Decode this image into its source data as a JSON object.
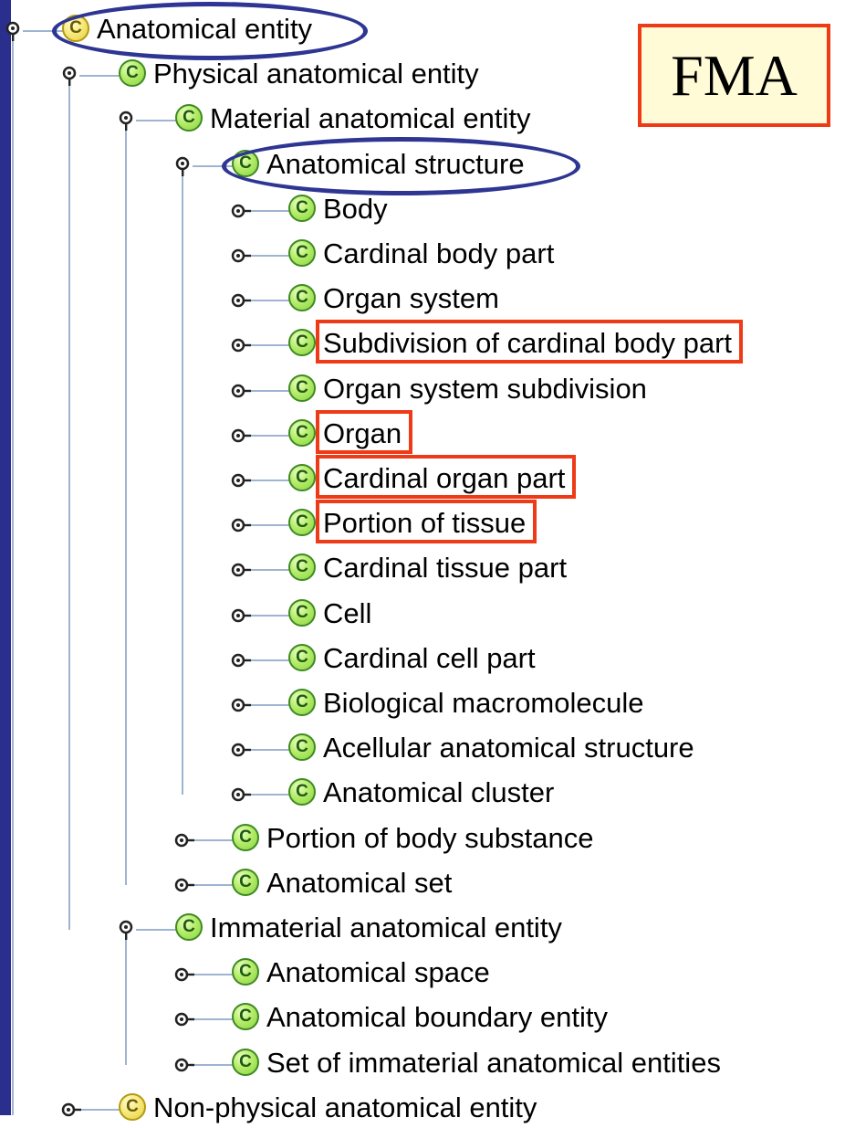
{
  "badge": {
    "label": "FMA"
  },
  "class_icon_letter": "C",
  "colors": {
    "left_bar": "#2a2e8c",
    "class_icon_green": "#b6ec6a",
    "class_icon_yellow": "#f7ea7e",
    "ellipse_outline": "#2e3592",
    "highlight_box": "#ee3a16",
    "badge_background": "#fffbd6"
  },
  "tree": [
    {
      "label": "Anatomical entity",
      "depth": 0,
      "expanded": true,
      "icon": "class-icon-yellow",
      "circled": true
    },
    {
      "label": "Physical anatomical entity",
      "depth": 1,
      "expanded": true,
      "icon": "class-icon-green"
    },
    {
      "label": "Material anatomical entity",
      "depth": 2,
      "expanded": true,
      "icon": "class-icon-green"
    },
    {
      "label": "Anatomical structure",
      "depth": 3,
      "expanded": true,
      "icon": "class-icon-green",
      "circled": true
    },
    {
      "label": "Body",
      "depth": 4,
      "expanded": false,
      "icon": "class-icon-green"
    },
    {
      "label": "Cardinal body part",
      "depth": 4,
      "expanded": false,
      "icon": "class-icon-green"
    },
    {
      "label": "Organ system",
      "depth": 4,
      "expanded": false,
      "icon": "class-icon-green"
    },
    {
      "label": "Subdivision of cardinal body part",
      "depth": 4,
      "expanded": false,
      "icon": "class-icon-green",
      "boxed": true
    },
    {
      "label": "Organ system subdivision",
      "depth": 4,
      "expanded": false,
      "icon": "class-icon-green"
    },
    {
      "label": "Organ",
      "depth": 4,
      "expanded": false,
      "icon": "class-icon-green",
      "boxed": true
    },
    {
      "label": "Cardinal organ part",
      "depth": 4,
      "expanded": false,
      "icon": "class-icon-green",
      "boxed": true
    },
    {
      "label": "Portion of tissue",
      "depth": 4,
      "expanded": false,
      "icon": "class-icon-green",
      "boxed": true
    },
    {
      "label": "Cardinal tissue part",
      "depth": 4,
      "expanded": false,
      "icon": "class-icon-green"
    },
    {
      "label": "Cell",
      "depth": 4,
      "expanded": false,
      "icon": "class-icon-green"
    },
    {
      "label": "Cardinal cell part",
      "depth": 4,
      "expanded": false,
      "icon": "class-icon-green"
    },
    {
      "label": "Biological macromolecule",
      "depth": 4,
      "expanded": false,
      "icon": "class-icon-green"
    },
    {
      "label": "Acellular anatomical structure",
      "depth": 4,
      "expanded": false,
      "icon": "class-icon-green"
    },
    {
      "label": "Anatomical cluster",
      "depth": 4,
      "expanded": false,
      "icon": "class-icon-green"
    },
    {
      "label": "Portion of body substance",
      "depth": 3,
      "expanded": false,
      "icon": "class-icon-green"
    },
    {
      "label": "Anatomical set",
      "depth": 3,
      "expanded": false,
      "icon": "class-icon-green"
    },
    {
      "label": "Immaterial anatomical entity",
      "depth": 2,
      "expanded": true,
      "icon": "class-icon-green"
    },
    {
      "label": "Anatomical space",
      "depth": 3,
      "expanded": false,
      "icon": "class-icon-green"
    },
    {
      "label": "Anatomical boundary entity",
      "depth": 3,
      "expanded": false,
      "icon": "class-icon-green"
    },
    {
      "label": "Set of immaterial anatomical entities",
      "depth": 3,
      "expanded": false,
      "icon": "class-icon-green"
    },
    {
      "label": "Non-physical anatomical entity",
      "depth": 1,
      "expanded": false,
      "icon": "class-icon-yellow"
    }
  ]
}
